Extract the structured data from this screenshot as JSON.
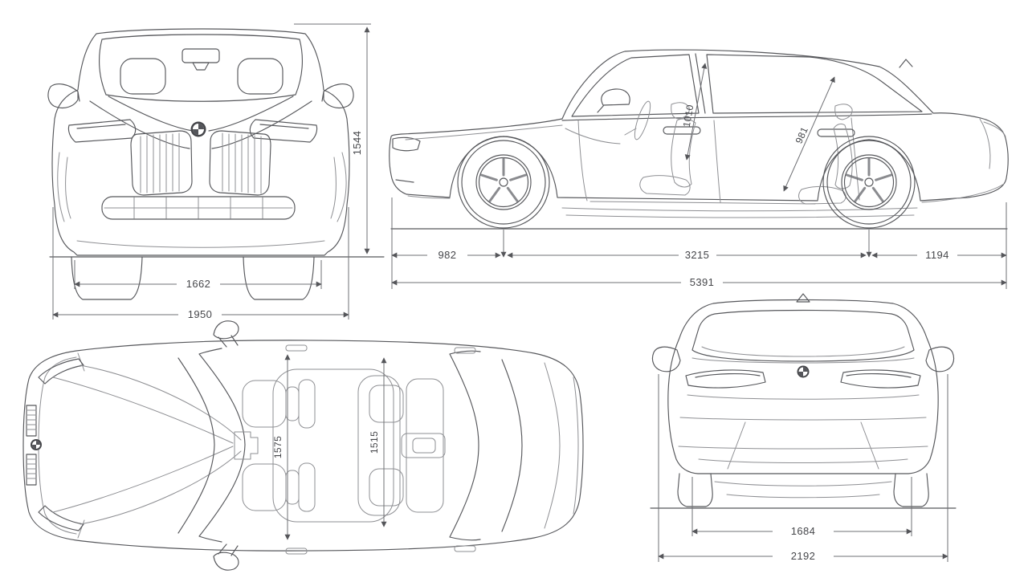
{
  "colors": {
    "background": "#ffffff",
    "line": "#56575b",
    "interior_line": "#8e8f93",
    "dimension_line": "#6f7074",
    "label_text": "#46474b"
  },
  "front_view": {
    "overall_height": "1544",
    "track_width": "1662",
    "body_width": "1950"
  },
  "side_view": {
    "front_interior_height": "1010",
    "rear_interior_height": "981",
    "front_overhang": "982",
    "wheelbase": "3215",
    "rear_overhang": "1194",
    "overall_length": "5391"
  },
  "top_view": {
    "front_interior_width": "1575",
    "rear_interior_width": "1515"
  },
  "rear_view": {
    "rear_track": "1684",
    "width_with_mirrors": "2192"
  }
}
